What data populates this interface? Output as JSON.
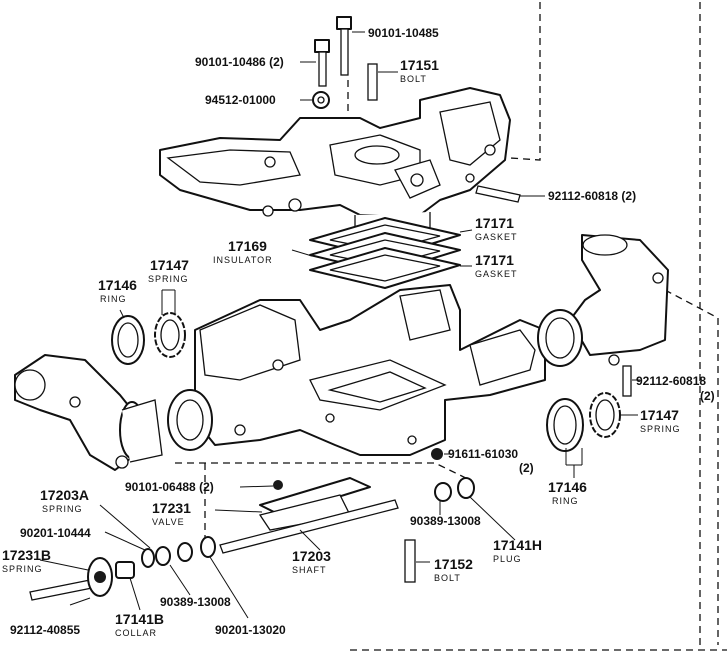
{
  "parts": {
    "bolt_long": "90101-10485",
    "bolt_short": "90101-10486 (2)",
    "washer": "94512-01000",
    "stud_top_num": "17151",
    "stud_top_name": "BOLT",
    "stud_side": "92112-60818 (2)",
    "gasket_upper_num": "17171",
    "gasket_upper_name": "GASKET",
    "insulator_num": "17169",
    "insulator_name": "INSULATOR",
    "gasket_lower_num": "17171",
    "gasket_lower_name": "GASKET",
    "spring_left_num": "17147",
    "spring_left_name": "SPRING",
    "ring_left_num": "17146",
    "ring_left_name": "RING",
    "stud_right": "92112-60818",
    "stud_right_qty": "(2)",
    "spring_right_num": "17147",
    "spring_right_name": "SPRING",
    "nut": "91611-61030",
    "nut_qty": "(2)",
    "ring_right_num": "17146",
    "ring_right_name": "RING",
    "screw_valve": "90101-06488 (2)",
    "spring_valve_num": "17203A",
    "spring_valve_name": "SPRING",
    "valve_num": "17231",
    "valve_name": "VALVE",
    "washer_a": "90201-10444",
    "spring_b_num": "17231B",
    "spring_b_name": "SPRING",
    "stud_bottom": "92112-40855",
    "collar_num": "17141B",
    "collar_name": "COLLAR",
    "bushing_left": "90389-13008",
    "washer_b": "90201-13020",
    "shaft_num": "17203",
    "shaft_name": "SHAFT",
    "bushing_right": "90389-13008",
    "plug_num": "17141H",
    "plug_name": "PLUG",
    "bolt_bottom_num": "17152",
    "bolt_bottom_name": "BOLT"
  }
}
